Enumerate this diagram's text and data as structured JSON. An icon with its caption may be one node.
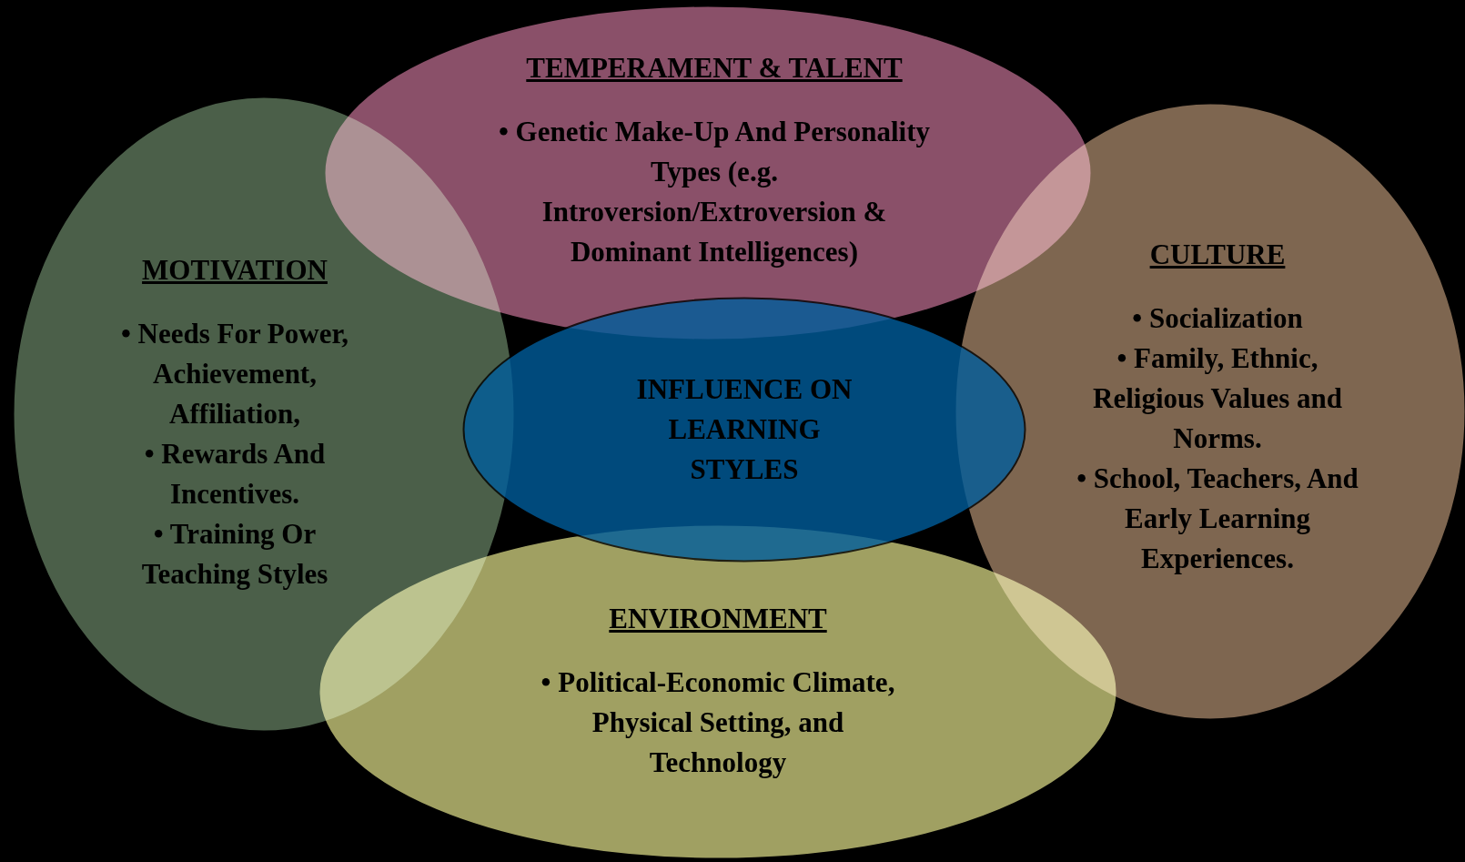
{
  "diagram": {
    "nodes": [
      {
        "text": [
          "MOTIVATION",
          "• Needs For Power, Achievement, Affiliation,",
          "• Rewards And Incentives.",
          "• Training Or Teaching Styles"
        ]
      },
      {
        "text": [
          "TEMPERAMENT & TALENT",
          "• Genetic Make-Up And Personality Types (e.g. Introversion/Extroversion & Dominant Intelligences)"
        ]
      },
      {
        "text": [
          "CULTURE",
          "• Socialization",
          "• Family, Ethnic, Religious Values and Norms.",
          "• School, Teachers, And Early Learning Experiences."
        ]
      },
      {
        "text": [
          "ENVIRONMENT",
          "• Political-Economic Climate, Physical Setting, and Technology"
        ]
      },
      {
        "text": [
          "INFLUENCE ON LEARNING STYLES"
        ]
      }
    ]
  }
}
